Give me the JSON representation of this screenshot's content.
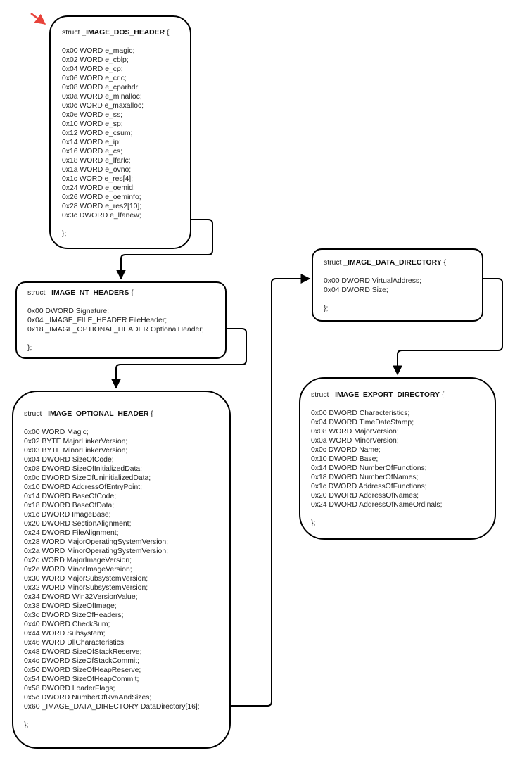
{
  "structs": {
    "dos": {
      "prefix": "struct ",
      "name": "_IMAGE_DOS_HEADER",
      "suffix": " {",
      "fields": [
        "0x00 WORD e_magic;",
        "0x02 WORD e_cblp;",
        "0x04 WORD e_cp;",
        "0x06 WORD e_crlc;",
        "0x08 WORD e_cparhdr;",
        "0x0a WORD e_minalloc;",
        "0x0c WORD e_maxalloc;",
        "0x0e WORD e_ss;",
        "0x10 WORD e_sp;",
        "0x12 WORD e_csum;",
        "0x14 WORD e_ip;",
        "0x16 WORD e_cs;",
        "0x18 WORD e_lfarlc;",
        "0x1a WORD e_ovno;",
        "0x1c WORD e_res[4];",
        "0x24 WORD e_oemid;",
        "0x26 WORD e_oeminfo;",
        "0x28 WORD e_res2[10];",
        "0x3c DWORD e_lfanew;"
      ],
      "close": "};"
    },
    "nt": {
      "prefix": "struct ",
      "name": "_IMAGE_NT_HEADERS",
      "suffix": " {",
      "fields": [
        "0x00 DWORD Signature;",
        "0x04 _IMAGE_FILE_HEADER FileHeader;",
        "0x18 _IMAGE_OPTIONAL_HEADER OptionalHeader;"
      ],
      "close": "};"
    },
    "opt": {
      "prefix": "struct ",
      "name": "_IMAGE_OPTIONAL_HEADER",
      "suffix": " {",
      "fields": [
        "0x00 WORD Magic;",
        "0x02 BYTE MajorLinkerVersion;",
        "0x03 BYTE MinorLinkerVersion;",
        "0x04 DWORD SizeOfCode;",
        "0x08 DWORD SizeOfInitializedData;",
        "0x0c DWORD SizeOfUninitializedData;",
        "0x10 DWORD AddressOfEntryPoint;",
        "0x14 DWORD BaseOfCode;",
        "0x18 DWORD BaseOfData;",
        "0x1c DWORD ImageBase;",
        "0x20 DWORD SectionAlignment;",
        "0x24 DWORD FileAlignment;",
        "0x28 WORD MajorOperatingSystemVersion;",
        "0x2a WORD MinorOperatingSystemVersion;",
        "0x2c WORD MajorImageVersion;",
        "0x2e WORD MinorImageVersion;",
        "0x30 WORD MajorSubsystemVersion;",
        "0x32 WORD MinorSubsystemVersion;",
        "0x34 DWORD Win32VersionValue;",
        "0x38 DWORD SizeOfImage;",
        "0x3c DWORD SizeOfHeaders;",
        "0x40 DWORD CheckSum;",
        "0x44 WORD Subsystem;",
        "0x46 WORD DllCharacteristics;",
        "0x48 DWORD SizeOfStackReserve;",
        "0x4c DWORD SizeOfStackCommit;",
        "0x50 DWORD SizeOfHeapReserve;",
        "0x54 DWORD SizeOfHeapCommit;",
        "0x58 DWORD LoaderFlags;",
        "0x5c DWORD NumberOfRvaAndSizes;",
        "0x60 _IMAGE_DATA_DIRECTORY DataDirectory[16];"
      ],
      "close": "};"
    },
    "ddir": {
      "prefix": "struct ",
      "name": "_IMAGE_DATA_DIRECTORY",
      "suffix": " {",
      "fields": [
        "0x00 DWORD VirtualAddress;",
        "0x04 DWORD Size;"
      ],
      "close": "};"
    },
    "exp": {
      "prefix": "struct ",
      "name": "_IMAGE_EXPORT_DIRECTORY",
      "suffix": " {",
      "fields": [
        "0x00 DWORD Characteristics;",
        "0x04 DWORD TimeDateStamp;",
        "0x08 WORD MajorVersion;",
        "0x0a WORD MinorVersion;",
        "0x0c DWORD Name;",
        "0x10 DWORD Base;",
        "0x14 DWORD NumberOfFunctions;",
        "0x18 DWORD NumberOfNames;",
        "0x1c DWORD AddressOfFunctions;",
        "0x20 DWORD AddressOfNames;",
        "0x24 DWORD AddressOfNameOrdinals;"
      ],
      "close": "};"
    }
  },
  "colors": {
    "box_border": "#000000",
    "connector": "#000000",
    "pointer_arrow": "#e8423a",
    "text": "#222222",
    "background": "#ffffff"
  },
  "icons": {
    "pointer": "red-arrow-icon"
  }
}
